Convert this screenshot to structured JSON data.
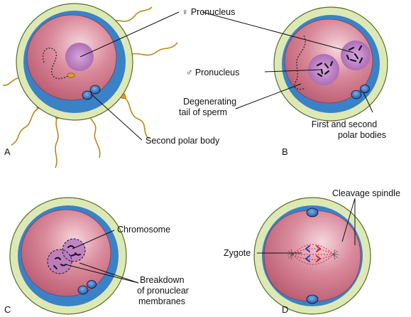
{
  "panels": {
    "a": {
      "letter": "A"
    },
    "b": {
      "letter": "B"
    },
    "c": {
      "letter": "C"
    },
    "d": {
      "letter": "D"
    }
  },
  "labels": {
    "female_pronucleus": "♀ Pronucleus",
    "male_pronucleus": "♂ Pronucleus",
    "degenerating_line1": "Degenerating",
    "degenerating_line2": "tail of sperm",
    "second_polar_body": "Second polar body",
    "first_second_line1": "First and second",
    "first_second_line2": "polar bodies",
    "chromosome": "Chromosome",
    "breakdown_line1": "Breakdown",
    "breakdown_line2": "of pronuclear",
    "breakdown_line3": "membranes",
    "cleavage_spindle": "Cleavage spindle",
    "zygote": "Zygote"
  },
  "colors": {
    "zona": "#dde9b4",
    "zona_edge": "#5a6a2a",
    "perivitelline": "#3a82c8",
    "cytoplasm": "#c9677c",
    "cytoplasm_light": "#f1c8d0",
    "pronucleus": "#b77ac0",
    "polar_body": "#2a66b4",
    "sperm_head": "#e0a020",
    "sperm_tail": "#b88818"
  }
}
